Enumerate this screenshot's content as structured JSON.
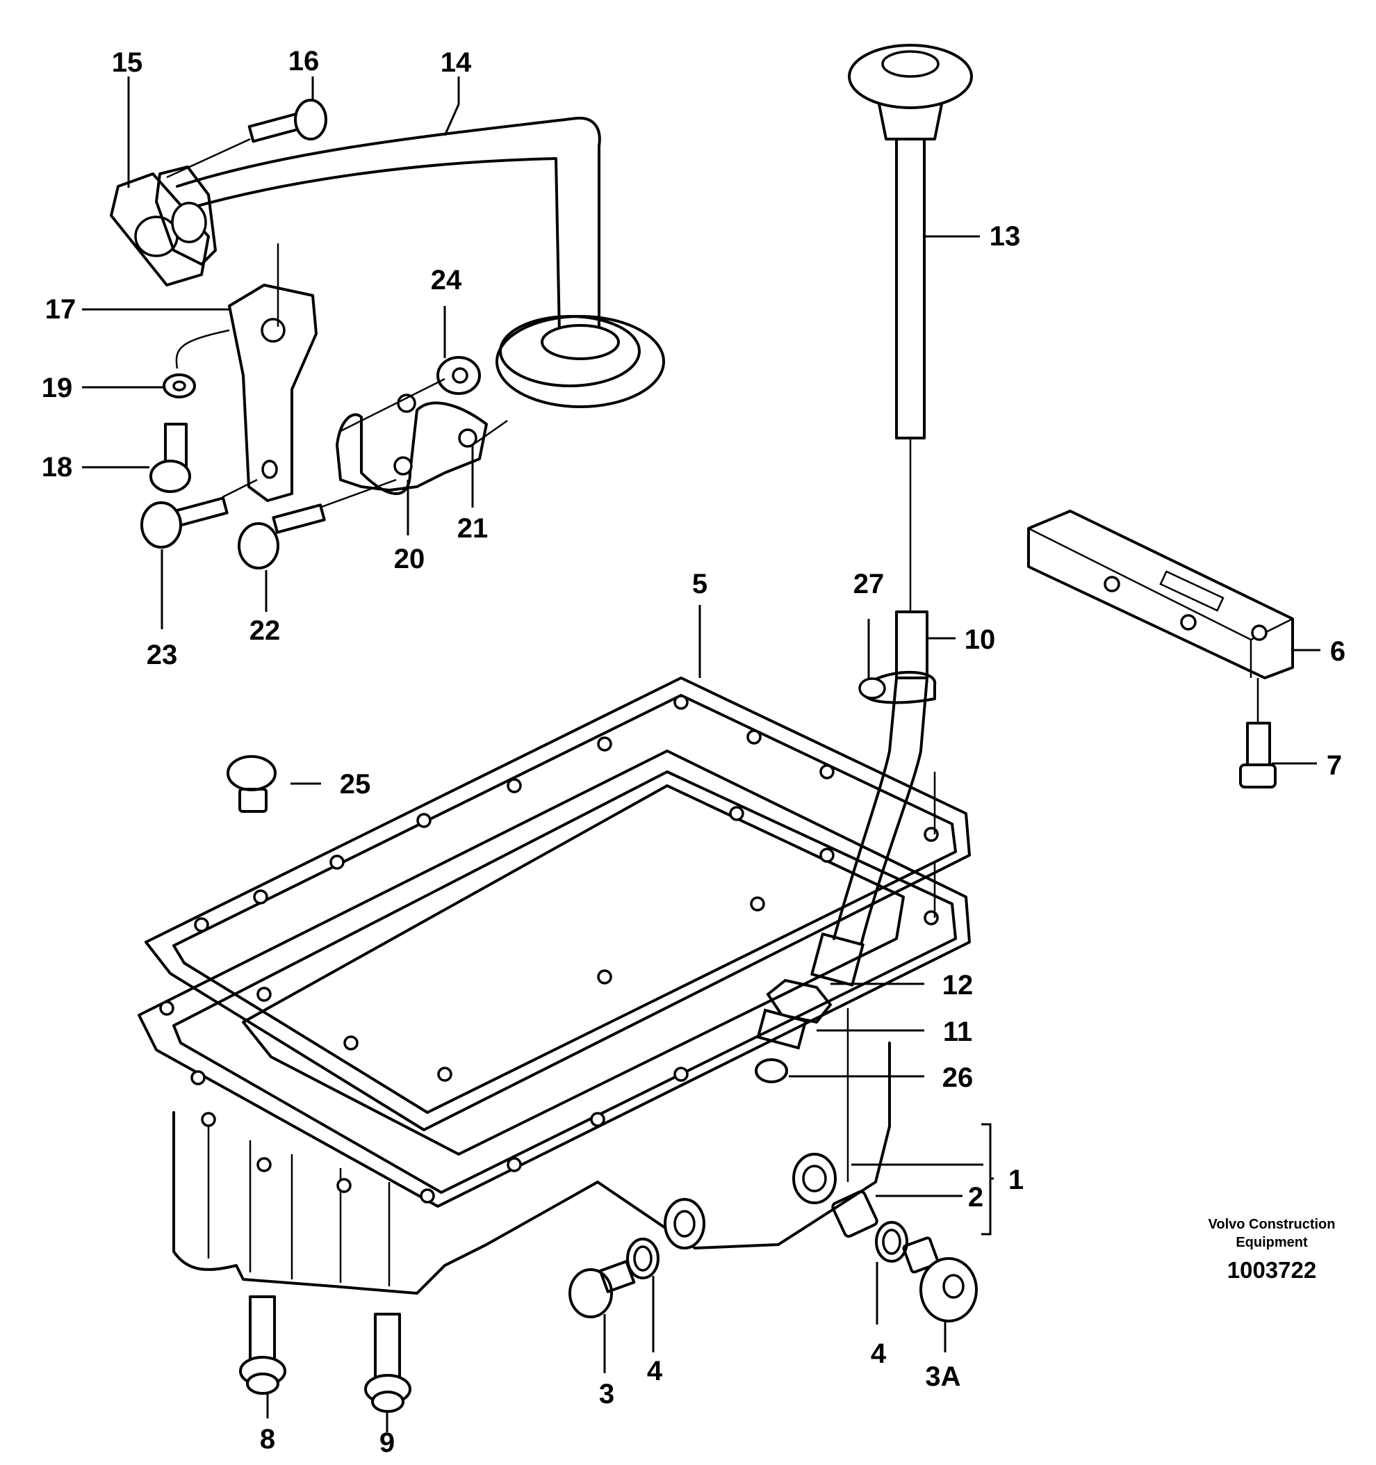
{
  "diagram": {
    "callouts": {
      "c1": "1",
      "c2": "2",
      "c3": "3",
      "c3a": "3A",
      "c4a": "4",
      "c4b": "4",
      "c5": "5",
      "c6": "6",
      "c7": "7",
      "c8": "8",
      "c9": "9",
      "c10": "10",
      "c11": "11",
      "c12": "12",
      "c13": "13",
      "c14": "14",
      "c15": "15",
      "c16": "16",
      "c17": "17",
      "c18": "18",
      "c19": "19",
      "c20": "20",
      "c21": "21",
      "c22": "22",
      "c23": "23",
      "c24": "24",
      "c25": "25",
      "c26": "26",
      "c27": "27"
    },
    "credit_line1": "Volvo Construction",
    "credit_line2": "Equipment",
    "document_number": "1003722"
  }
}
